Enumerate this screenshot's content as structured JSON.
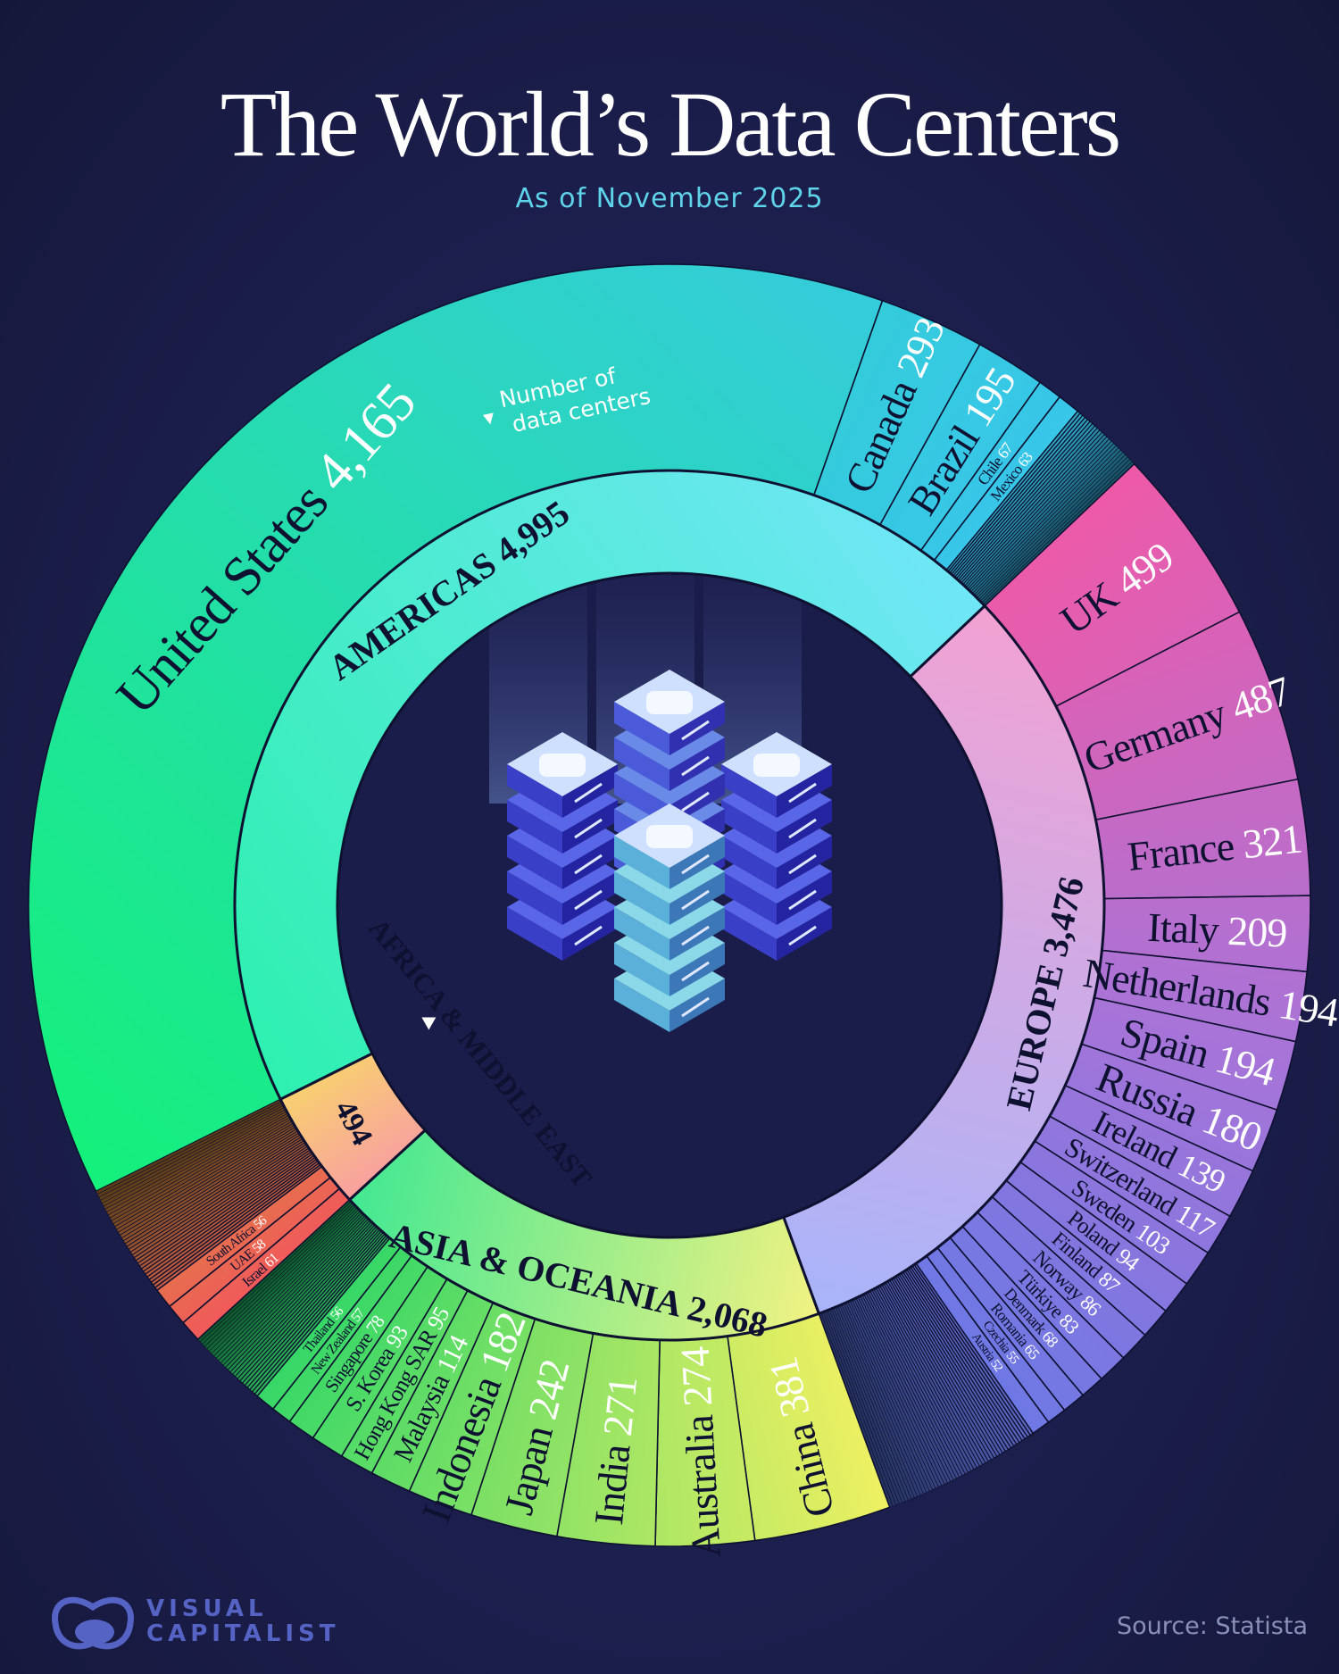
{
  "header": {
    "title": "The World’s Data Centers",
    "subtitle": "As of November 2025"
  },
  "annotation": {
    "line1": "Number of",
    "line2": "data centers"
  },
  "footer": {
    "source": "Source: Statista",
    "logo_line1": "VISUAL",
    "logo_line2": "CAPITALIST"
  },
  "colors": {
    "background": "#1d2050",
    "label_dark": "#0e1130",
    "value_light": "#ffffff",
    "accent_subtitle": "#5fd3ea"
  },
  "chart_data": {
    "type": "sunburst",
    "title": "The World’s Data Centers",
    "subtitle": "As of November 2025",
    "unit": "Number of data centers",
    "regions": [
      {
        "name": "AMERICAS",
        "value": 4995,
        "value_label": "4,995",
        "countries": [
          {
            "name": "United States",
            "value": 4165,
            "value_label": "4,165"
          },
          {
            "name": "Canada",
            "value": 293,
            "value_label": "293"
          },
          {
            "name": "Brazil",
            "value": 195,
            "value_label": "195"
          },
          {
            "name": "Chile",
            "value": 67,
            "value_label": "67"
          },
          {
            "name": "Mexico",
            "value": 63,
            "value_label": "63"
          }
        ]
      },
      {
        "name": "EUROPE",
        "value": 3476,
        "value_label": "3,476",
        "countries": [
          {
            "name": "UK",
            "value": 499,
            "value_label": "499"
          },
          {
            "name": "Germany",
            "value": 487,
            "value_label": "487"
          },
          {
            "name": "France",
            "value": 321,
            "value_label": "321"
          },
          {
            "name": "Italy",
            "value": 209,
            "value_label": "209"
          },
          {
            "name": "Netherlands",
            "value": 194,
            "value_label": "194"
          },
          {
            "name": "Spain",
            "value": 194,
            "value_label": "194"
          },
          {
            "name": "Russia",
            "value": 180,
            "value_label": "180"
          },
          {
            "name": "Ireland",
            "value": 139,
            "value_label": "139"
          },
          {
            "name": "Switzerland",
            "value": 117,
            "value_label": "117"
          },
          {
            "name": "Sweden",
            "value": 103,
            "value_label": "103"
          },
          {
            "name": "Poland",
            "value": 94,
            "value_label": "94"
          },
          {
            "name": "Finland",
            "value": 87,
            "value_label": "87"
          },
          {
            "name": "Norway",
            "value": 86,
            "value_label": "86"
          },
          {
            "name": "Türkiye",
            "value": 83,
            "value_label": "83"
          },
          {
            "name": "Denmark",
            "value": 68,
            "value_label": "68"
          },
          {
            "name": "Romania",
            "value": 65,
            "value_label": "65"
          },
          {
            "name": "Czechia",
            "value": 55,
            "value_label": "55"
          },
          {
            "name": "Austria",
            "value": 52,
            "value_label": "52"
          }
        ]
      },
      {
        "name": "ASIA & OCEANIA",
        "value": 2068,
        "value_label": "2,068",
        "countries": [
          {
            "name": "China",
            "value": 381,
            "value_label": "381"
          },
          {
            "name": "Australia",
            "value": 274,
            "value_label": "274"
          },
          {
            "name": "India",
            "value": 271,
            "value_label": "271"
          },
          {
            "name": "Japan",
            "value": 242,
            "value_label": "242"
          },
          {
            "name": "Indonesia",
            "value": 182,
            "value_label": "182"
          },
          {
            "name": "Malaysia",
            "value": 114,
            "value_label": "114"
          },
          {
            "name": "Hong Kong SAR",
            "value": 95,
            "value_label": "95"
          },
          {
            "name": "S. Korea",
            "value": 93,
            "value_label": "93"
          },
          {
            "name": "Singapore",
            "value": 78,
            "value_label": "78"
          },
          {
            "name": "New Zealand",
            "value": 57,
            "value_label": "57"
          },
          {
            "name": "Thailand",
            "value": 56,
            "value_label": "56"
          }
        ]
      },
      {
        "name": "AFRICA & MIDDLE EAST",
        "value": 494,
        "value_label": "494",
        "countries": [
          {
            "name": "Israel",
            "value": 61,
            "value_label": "61"
          },
          {
            "name": "UAE",
            "value": 58,
            "value_label": "58"
          },
          {
            "name": "South Africa",
            "value": 56,
            "value_label": "56"
          }
        ]
      }
    ],
    "region_colors": {
      "AMERICAS": {
        "outer": [
          "#14f07a",
          "#3ac4ee"
        ],
        "ring": [
          "#2ef0b0",
          "#70e6f6"
        ]
      },
      "EUROPE": {
        "outer": [
          "#ee5aa8",
          "#a874d8",
          "#5a7ae8"
        ],
        "ring": [
          "#f2a2d2",
          "#a8b4fa"
        ]
      },
      "ASIA & OCEANIA": {
        "outer": [
          "#eef062",
          "#20d468"
        ],
        "ring": [
          "#f2f282",
          "#42e892"
        ]
      },
      "AFRICA & MIDDLE EAST": {
        "outer": [
          "#f05a5a",
          "#d89038"
        ],
        "ring": [
          "#f8a0a0",
          "#f8d070"
        ]
      }
    }
  }
}
